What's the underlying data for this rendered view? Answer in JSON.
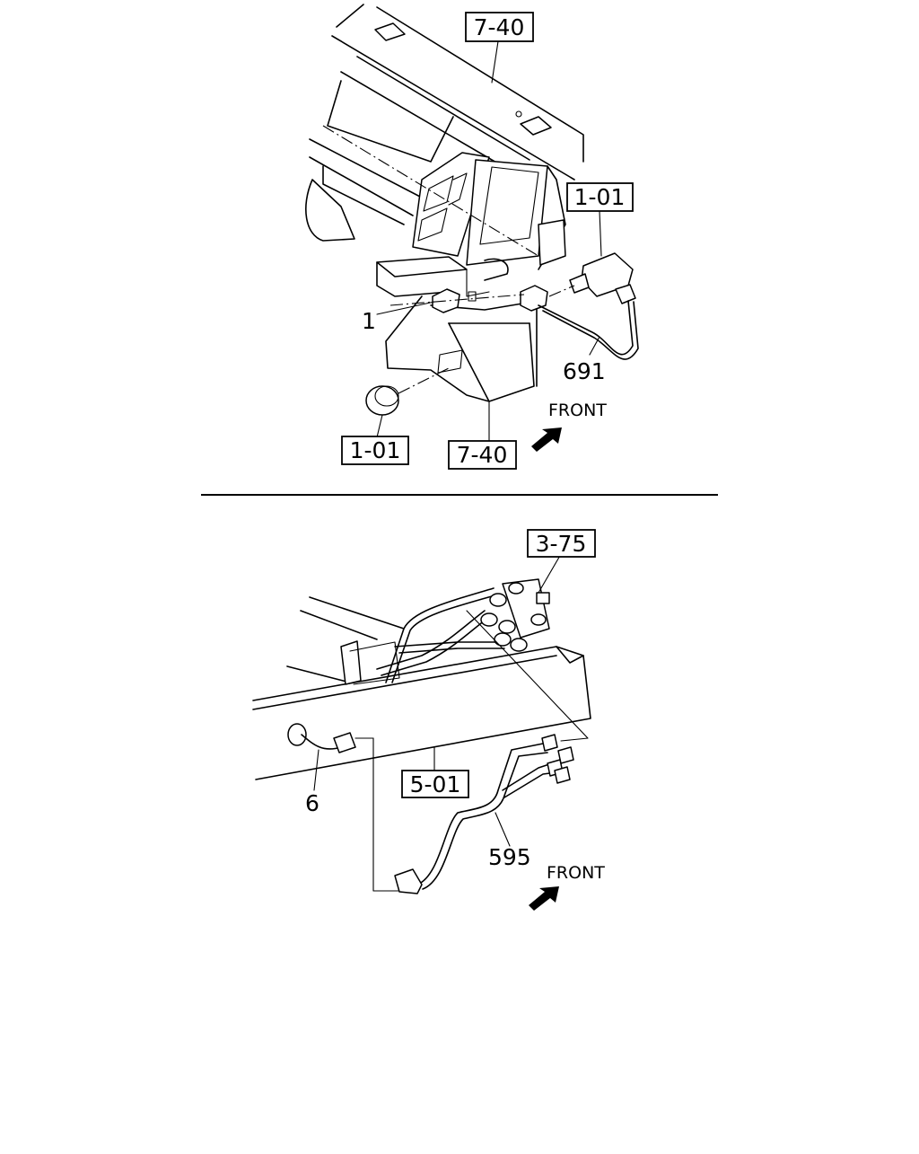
{
  "top_diagram": {
    "ref_boxes": [
      "7-40",
      "1-01",
      "1-01",
      "7-40"
    ],
    "part_labels": [
      "1",
      "691"
    ],
    "direction_label": "FRONT"
  },
  "bottom_diagram": {
    "ref_boxes": [
      "3-75",
      "5-01"
    ],
    "part_labels": [
      "6",
      "595"
    ],
    "direction_label": "FRONT"
  }
}
